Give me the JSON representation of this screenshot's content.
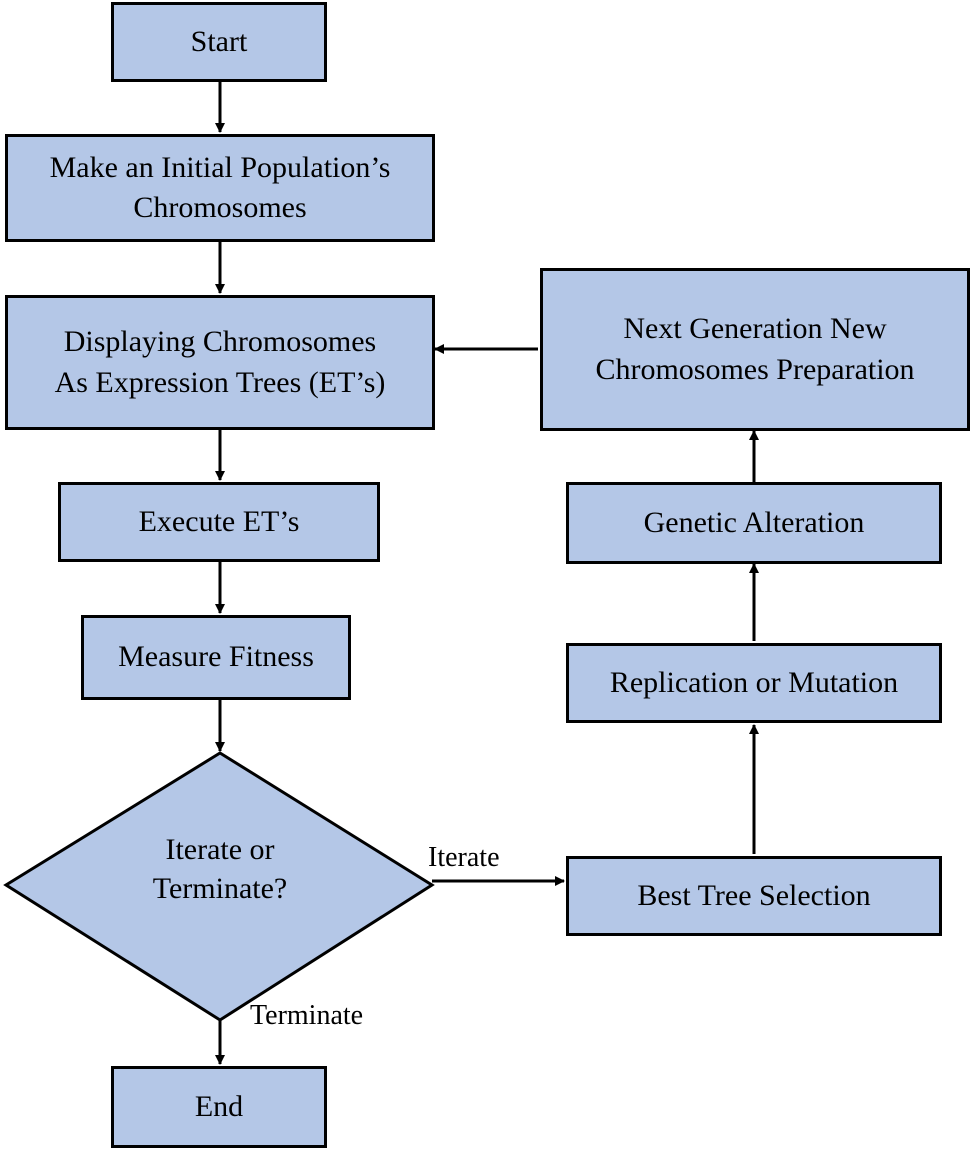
{
  "colors": {
    "node_fill": "#b4c7e7",
    "stroke": "#000000",
    "background": "#ffffff"
  },
  "nodes": {
    "start": "Start",
    "init_population": [
      "Make an Initial Population’s",
      "Chromosomes"
    ],
    "display_et": [
      "Displaying Chromosomes",
      "As Expression Trees (ET’s)"
    ],
    "execute_et": "Execute ET’s",
    "measure_fitness": "Measure Fitness",
    "decision": [
      "Iterate or",
      "Terminate?"
    ],
    "end": "End",
    "best_tree": "Best Tree Selection",
    "replication": "Replication or Mutation",
    "genetic_alteration": "Genetic Alteration",
    "next_generation": [
      "Next Generation New",
      "Chromosomes Preparation"
    ]
  },
  "edge_labels": {
    "iterate": "Iterate",
    "terminate": "Terminate"
  }
}
